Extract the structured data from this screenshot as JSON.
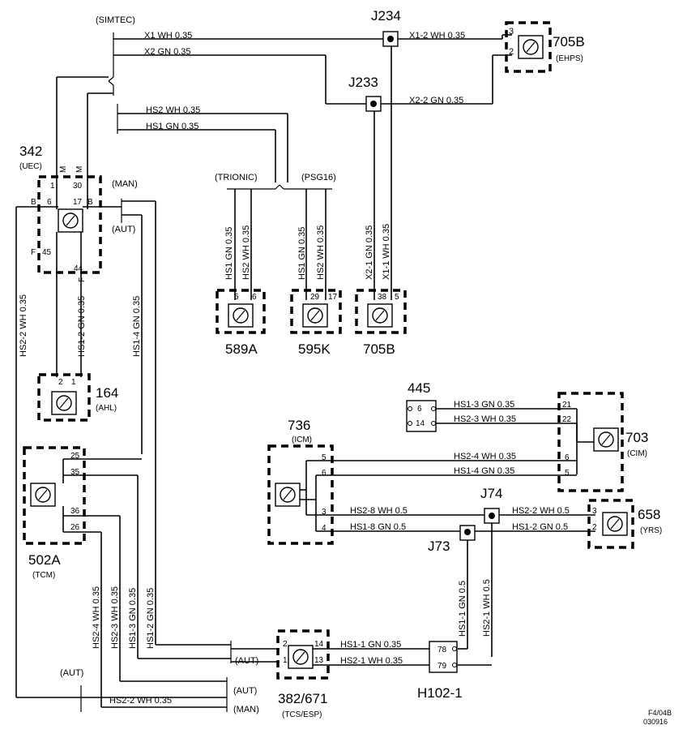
{
  "figure_ref": [
    "F4/04B",
    "030916"
  ],
  "variants": {
    "simtec": "(SIMTEC)",
    "trionic": "(TRIONIC)",
    "psg16": "(PSG16)",
    "man": "(MAN)",
    "aut": "(AUT)"
  },
  "components": {
    "c342": {
      "id": "342",
      "sub": "(UEC)",
      "pins": [
        "1",
        "30",
        "6",
        "17",
        "45",
        "44"
      ],
      "pin_tags": [
        "M",
        "M",
        "B",
        "B",
        "F",
        "F"
      ]
    },
    "c164": {
      "id": "164",
      "sub": "(AHL)",
      "pins": [
        "2",
        "1"
      ]
    },
    "c502a": {
      "id": "502A",
      "sub": "(TCM)",
      "pins": [
        "25",
        "35",
        "36",
        "26"
      ]
    },
    "c589a": {
      "id": "589A",
      "pins": [
        "5",
        "6"
      ]
    },
    "c595k": {
      "id": "595K",
      "pins": [
        "29",
        "17"
      ]
    },
    "c705b_bottom": {
      "id": "705B",
      "pins": [
        "38",
        "5"
      ]
    },
    "c705b_top": {
      "id": "705B",
      "sub": "(EHPS)",
      "pins": [
        "3",
        "2"
      ]
    },
    "c445": {
      "id": "445",
      "pins": [
        "6",
        "14"
      ]
    },
    "c703": {
      "id": "703",
      "sub": "(CIM)",
      "pins": [
        "21",
        "22",
        "6",
        "5"
      ]
    },
    "c736": {
      "id": "736",
      "sub": "(ICM)",
      "pins": [
        "5",
        "6",
        "3",
        "4"
      ]
    },
    "c658": {
      "id": "658",
      "sub": "(YRS)",
      "pins": [
        "3",
        "2"
      ]
    },
    "c382": {
      "id": "382/671",
      "sub": "(TCS/ESP)",
      "pins": [
        "2",
        "14",
        "1",
        "13"
      ]
    },
    "h102": {
      "id": "H102-1",
      "pins": [
        "78",
        "79"
      ]
    }
  },
  "junctions": [
    "J234",
    "J233",
    "J74",
    "J73"
  ],
  "wires": {
    "x1": "X1  WH  0.35",
    "x2": "X2  GN  0.35",
    "x1_2": "X1-2  WH  0.35",
    "x2_2": "X2-2  GN  0.35",
    "hs2": "HS2  WH  0.35",
    "hs1": "HS1  GN  0.35",
    "v589_hs1": "HS1 GN 0.35",
    "v589_hs2": "HS2 WH 0.35",
    "v595_hs1": "HS1 GN 0.35",
    "v595_hs2": "HS2 WH 0.35",
    "x2_1": "X2-1 GN 0.35",
    "x1_1": "X1-1 WH 0.35",
    "hs2_2_left": "HS2-2 WH 0.35",
    "hs1_2_left": "HS1-2 GN 0.35",
    "hs1_4_mid": "HS1-4 GN 0.35",
    "hs1_3_445": "HS1-3  GN  0.35",
    "hs2_3_445": "HS2-3  WH  0.35",
    "hs2_4_icm": "HS2-4  WH  0.35",
    "hs1_4_icm": "HS1-4  GN  0.35",
    "hs2_8": "HS2-8  WH  0.5",
    "hs1_8": "HS1-8  GN  0.5",
    "hs2_2_yrs": "HS2-2  WH 0.5",
    "hs1_2_yrs": "HS1-2  GN  0.5",
    "hs1_1_v": "HS1-1 GN 0.5",
    "hs2_1_v": "HS2-1 WH 0.5",
    "hs2_4_v": "HS2-4 WH 0.35",
    "hs2_3_v": "HS2-3 WH 0.35",
    "hs1_3_v": "HS1-3 GN 0.35",
    "hs1_2_v": "HS1-2 GN 0.35",
    "hs1_1_h": "HS1-1  GN  0.35",
    "hs2_1_h": "HS2-1  WH  0.35",
    "hs2_2_bottom": "HS2-2  WH  0.35"
  }
}
